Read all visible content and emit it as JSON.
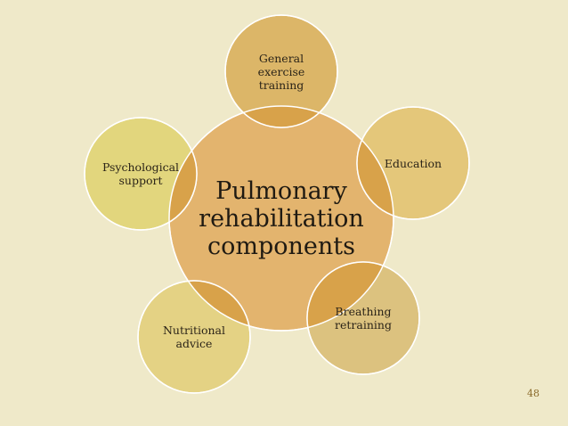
{
  "slide": {
    "page_number": "48",
    "background_color": "#efe9c9"
  },
  "diagram": {
    "center": {
      "text": "Pulmonary\nrehabilitation\ncomponents",
      "color": "#e3b46e"
    },
    "satellites": [
      {
        "id": "exercise",
        "text": "General\nexercise\ntraining",
        "color": "#dcb668"
      },
      {
        "id": "education",
        "text": "Education",
        "color": "#e4c77a"
      },
      {
        "id": "breathing",
        "text": "Breathing\nretraining",
        "color": "#dcc27f"
      },
      {
        "id": "nutrition",
        "text": "Nutritional\nadvice",
        "color": "#e4d284"
      },
      {
        "id": "psych",
        "text": "Psychological\nsupport",
        "color": "#e2d67d"
      }
    ],
    "overlap_color": "#d8a24a",
    "stroke_color": "#ffffff"
  }
}
